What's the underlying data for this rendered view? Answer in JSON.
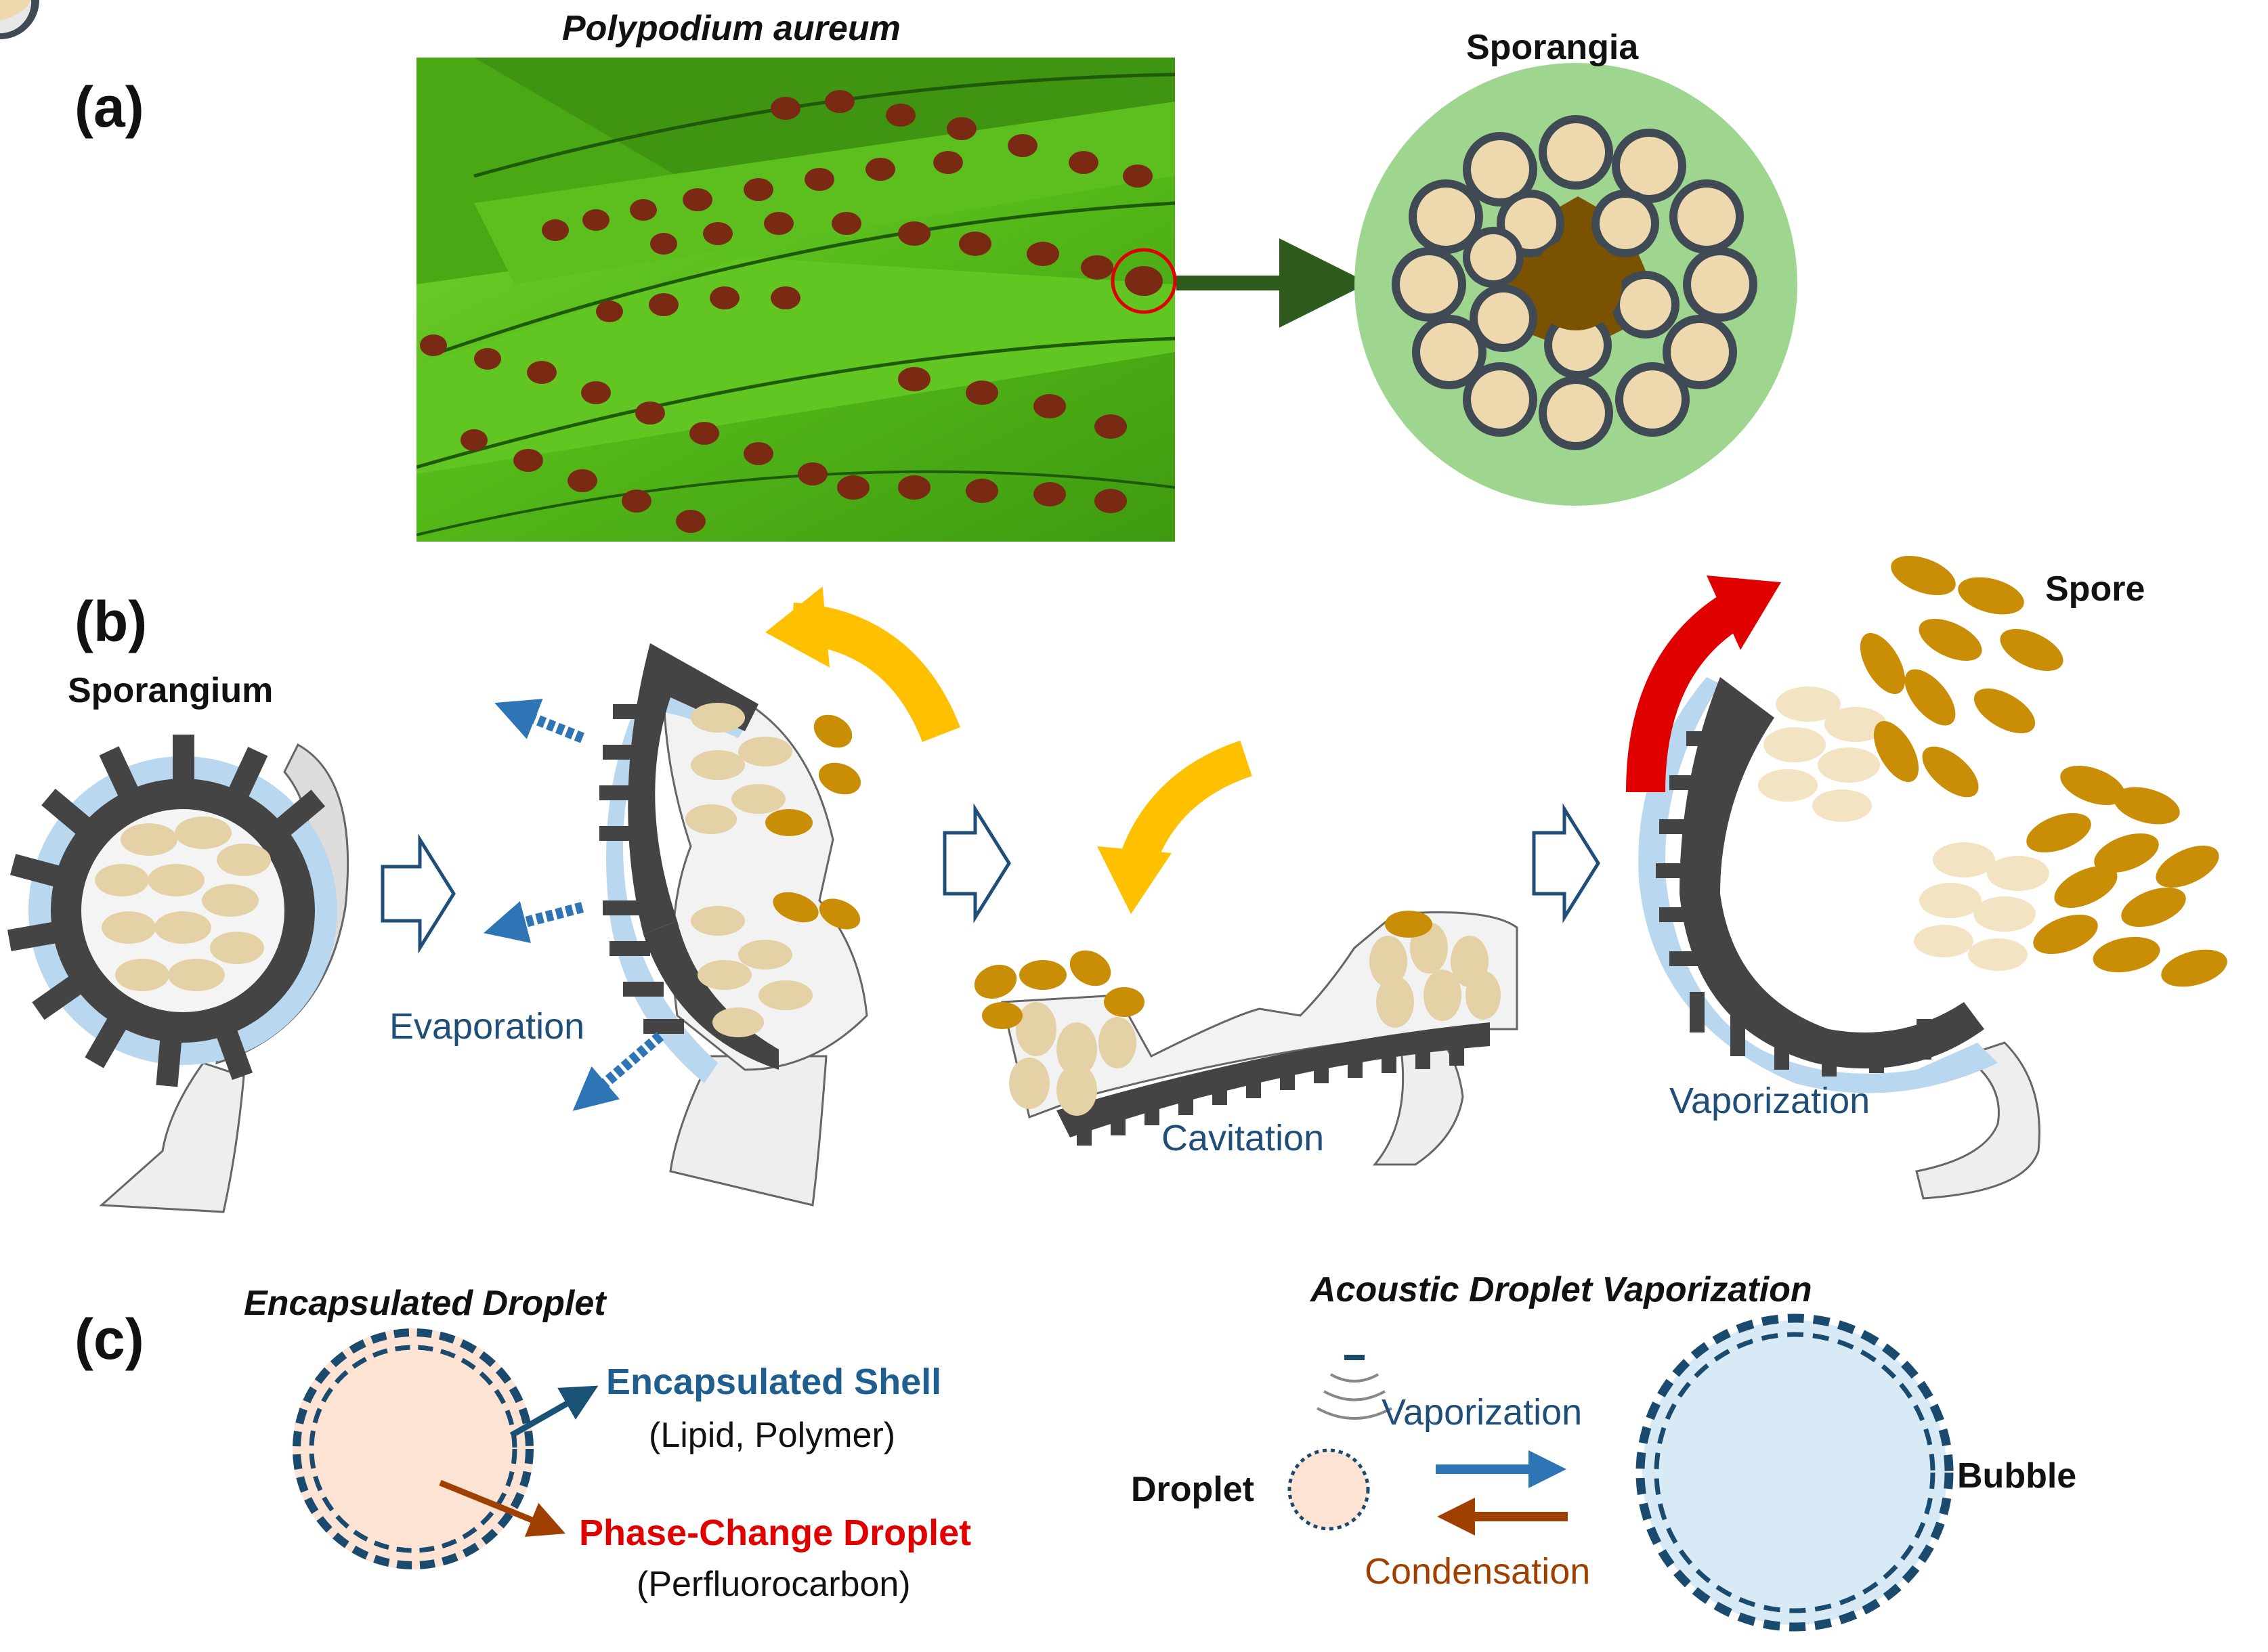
{
  "panels": {
    "a": "(a)",
    "b": "(b)",
    "c": "(c)"
  },
  "a": {
    "species": "Polypodium aureum",
    "sporangia": "Sporangia"
  },
  "b": {
    "sporangium": "Sporangium",
    "evaporation": "Evaporation",
    "cavitation": "Cavitation",
    "vaporization": "Vaporization",
    "spore": "Spore"
  },
  "c": {
    "left_title": "Encapsulated Droplet",
    "shell_label": "Encapsulated Shell",
    "shell_sub": "(Lipid, Polymer)",
    "core_label": "Phase-Change Droplet",
    "core_sub": "(Perfluorocarbon)",
    "right_title": "Acoustic Droplet Vaporization",
    "vaporization": "Vaporization",
    "condensation": "Condensation",
    "droplet": "Droplet",
    "bubble": "Bubble"
  },
  "colors": {
    "leaf": "#5cbf1e",
    "sorus": "#7a2a12",
    "arrow_green": "#2e5a1c",
    "sporangia_bg": "#9ed58f",
    "annulus": "#444444",
    "annulus_cells": "#b9d8ef",
    "spore_light": "#e5d1a6",
    "spore_dark": "#c98e06",
    "arrow_yellow": "#ffc000",
    "arrow_red": "#e00000",
    "process_text": "#1f4e79",
    "shell_text": "#1f5f8f",
    "core_text": "#e00000",
    "condensation_text": "#a04000",
    "droplet_fill": "#fde3d4",
    "bubble_fill": "#d9eaf7",
    "shell_stroke": "#1a4a6e"
  }
}
